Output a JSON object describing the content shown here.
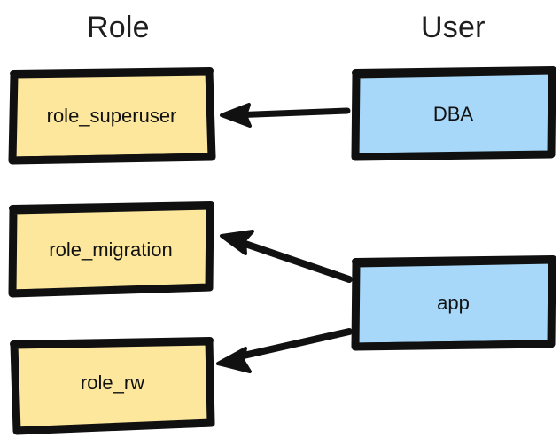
{
  "diagram": {
    "title_columns": {
      "role": "Role",
      "user": "User"
    },
    "colors": {
      "role_fill": "#FCE79D",
      "user_fill": "#A7D7F9",
      "stroke": "#101010",
      "text": "#111111",
      "header_text": "#1E1E1E",
      "background": "#FFFFFF"
    },
    "roles": [
      {
        "id": "role_superuser",
        "label": "role_superuser"
      },
      {
        "id": "role_migration",
        "label": "role_migration"
      },
      {
        "id": "role_rw",
        "label": "role_rw"
      }
    ],
    "users": [
      {
        "id": "dba",
        "label": "DBA"
      },
      {
        "id": "app",
        "label": "app"
      }
    ],
    "edges": [
      {
        "id": "dba-to-role-superuser",
        "from": "DBA",
        "to": "role_superuser",
        "direction": "left",
        "style": "solid-arrow"
      },
      {
        "id": "app-to-role-migration",
        "from": "app",
        "to": "role_migration",
        "direction": "up-left",
        "style": "solid-arrow"
      },
      {
        "id": "app-to-role-rw",
        "from": "app",
        "to": "role_rw",
        "direction": "down-left",
        "style": "solid-arrow"
      }
    ]
  }
}
